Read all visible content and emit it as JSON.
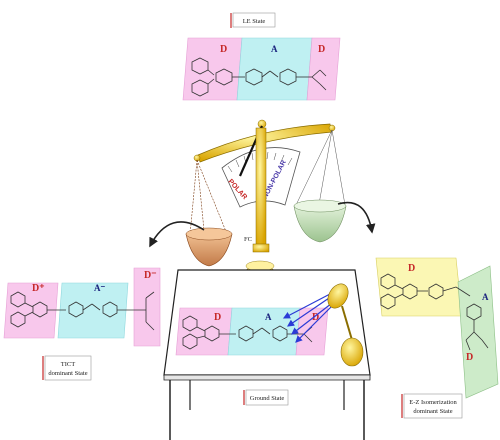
{
  "states": {
    "le": "LE State",
    "tict": [
      "TICT",
      "dominant State"
    ],
    "ground": "Ground State",
    "ez": [
      "E-Z Isomerization",
      "dominant State"
    ]
  },
  "units": {
    "donor": "D",
    "acceptor": "A",
    "donor_cation": "D⁺",
    "acceptor_anion": "A⁻",
    "donor_anion": "D⁻"
  },
  "balance": {
    "polar": "POLAR",
    "non_polar": "NON-POLAR",
    "fc": "FC"
  },
  "colors": {
    "donor_box": "#f8c8ec",
    "acceptor_box": "#bff0f2",
    "ez_donor_box": "#fbf7b4",
    "ez_acceptor_box": "#cdebc9",
    "gold": "#e6c21a",
    "left_pan": "#e7b07e",
    "right_pan": "#cfe6c4",
    "arrow_blue": "#2b3bd6"
  }
}
